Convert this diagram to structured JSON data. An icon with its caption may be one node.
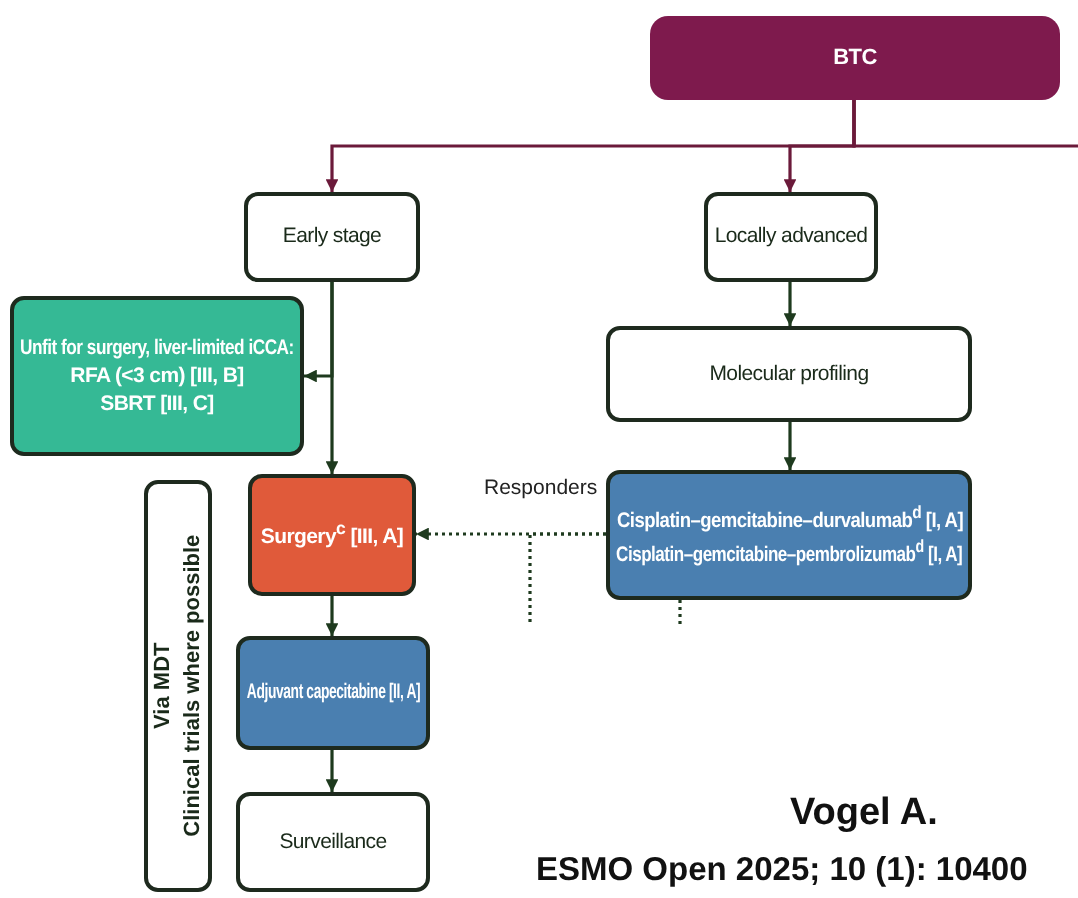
{
  "diagram": {
    "nodes": [
      {
        "text": [
          "BTC"
        ]
      },
      {
        "text": [
          "Early stage"
        ]
      },
      {
        "text": [
          "Locally advanced"
        ]
      },
      {
        "text": [
          "Unfit for surgery, liver-limited iCCA:",
          "RFA (<3 cm) [III, B]",
          "SBRT [III, C]"
        ]
      },
      {
        "text": [
          "Via MDT",
          "Clinical trials where possible"
        ]
      },
      {
        "text": [
          "Surgery$^{c}$ [III, A]"
        ]
      },
      {
        "text": [
          "Molecular profiling"
        ]
      },
      {
        "text": [
          "Cisplatin–gemcitabine–durvalumab$^{d}$ [I, A]",
          "Cisplatin–gemcitabine–pembrolizumab$^{d}$ [I, A]"
        ]
      },
      {
        "text": [
          "Adjuvant capecitabine [II, A]"
        ]
      },
      {
        "text": [
          "Surveillance"
        ]
      }
    ],
    "edges": [
      {
        "from": 0,
        "to": 1,
        "arrow": "to",
        "color": "#6b1a3a"
      },
      {
        "from": 0,
        "to": 2,
        "arrow": "to",
        "color": "#6b1a3a"
      },
      {
        "from": 0,
        "to": null,
        "arrow": "none",
        "color": "#6b1a3a"
      },
      {
        "from": 1,
        "to": 5,
        "arrow": "to"
      },
      {
        "from": 1,
        "to": 3,
        "arrow": "to"
      },
      {
        "from": 2,
        "to": 6,
        "arrow": "to"
      },
      {
        "from": 6,
        "to": 7,
        "arrow": "to"
      },
      {
        "from": 7,
        "to": 5,
        "arrow": "to",
        "label": "Responders",
        "style": "dashed"
      },
      {
        "from": 7,
        "to": null,
        "arrow": "none",
        "style": "dashed"
      },
      {
        "from": 7,
        "to": null,
        "arrow": "none",
        "style": "dashed"
      },
      {
        "from": 5,
        "to": 8,
        "arrow": "to"
      },
      {
        "from": 8,
        "to": 9,
        "arrow": "to"
      }
    ],
    "labels": [
      "Vogel A.",
      "ESMO Open 2025; 10 (1): 10400"
    ]
  }
}
